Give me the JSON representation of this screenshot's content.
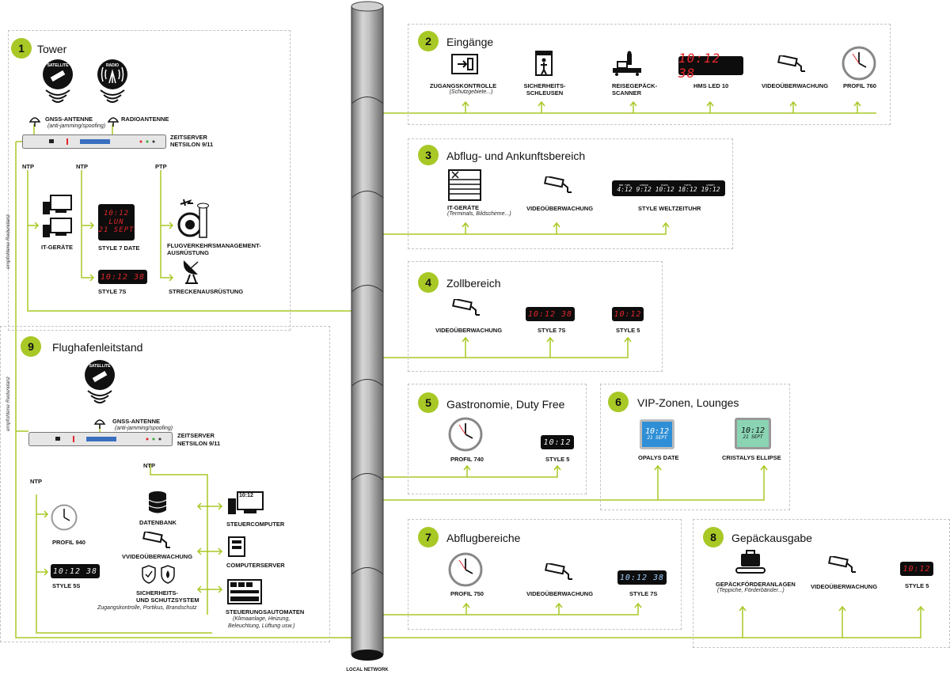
{
  "network_label": "LOCAL NETWORK",
  "zones": {
    "z1": {
      "num": "1",
      "title": "Tower"
    },
    "z2": {
      "num": "2",
      "title": "Eingänge"
    },
    "z3": {
      "num": "3",
      "title": "Abflug- und Ankunftsbereich"
    },
    "z4": {
      "num": "4",
      "title": "Zollbereich"
    },
    "z5": {
      "num": "5",
      "title": "Gastronomie, Duty Free"
    },
    "z6": {
      "num": "6",
      "title": "VIP-Zonen, Lounges"
    },
    "z7": {
      "num": "7",
      "title": "Abflugbereiche"
    },
    "z8": {
      "num": "8",
      "title": "Gepäckausgabe"
    },
    "z9": {
      "num": "9",
      "title": "Flughafenleitstand"
    }
  },
  "tower": {
    "satellite": "SATELLITE",
    "radio": "RADIO",
    "gnss": "GNSS-ANTENNE",
    "gnss_sub": "(anti-jamming/spoofing)",
    "radioantenne": "RADIOANTENNE",
    "server": "ZEITSERVER",
    "server2": "NETSILON 9/11",
    "ntp1": "NTP",
    "ntp2": "NTP",
    "ptp": "PTP",
    "it": "IT-GERÄTE",
    "style7date": "STYLE 7 DATE",
    "style7s": "STYLE 7S",
    "flug1": "FLUGVERKEHRSMANAGEMENT-",
    "flug2": "AUSRÜSTUNG",
    "strecke": "STRECKENAUSRÜSTUNG",
    "redundanz": "empfohlene Redundanz",
    "d7date_1": "10:12",
    "d7date_2": "LUN",
    "d7date_3": "21 SEPT",
    "d7s": "10:12 38"
  },
  "leitstand": {
    "satellite": "SATELLITE",
    "gnss": "GNSS-ANTENNE",
    "gnss_sub": "(anti-jamming/spoofing)",
    "server": "ZEITSERVER",
    "server2": "NETSILON 9/11",
    "ntp1": "NTP",
    "ntp2": "NTP",
    "profil940": "PROFIL 940",
    "style5s": "STYLE 5S",
    "d5s": "10:12 38",
    "datenbank": "DATENBANK",
    "video": "VVIDEOÜBERWACHUNG",
    "sicher1": "SICHERHEITS-",
    "sicher2": "UND SCHUTZSYSTEM",
    "sicher_sub": "Zugangskontrolle, Portikus, Brandschutz",
    "steuercomputer": "STEUERCOMPUTER",
    "steuer_time": "10:12",
    "computerserver": "COMPUTERSERVER",
    "automaten": "STEUERUNGSAUTOMATEN",
    "auto_sub1": "(Klimaanlage, Heizung,",
    "auto_sub2": "Beleuchtung, Lüftung usw.)",
    "redundanz": "empfohlene Redundanz"
  },
  "eingaenge": {
    "zugang": "ZUGANGSKONTROLLE",
    "zugang_sub": "(Schutzgebiete...)",
    "schleusen1": "SICHERHEITS-",
    "schleusen2": "SCHLEUSEN",
    "scanner1": "REISEGEPÄCK-",
    "scanner2": "SCANNER",
    "hms": "HMS LED 10",
    "hms_time": "10:12 38",
    "video": "VIDEOÜBERWACHUNG",
    "profil760": "PROFIL 760"
  },
  "abflug_ankunft": {
    "it": "IT-GERÄTE",
    "it_sub": "(Terminals, Bildschirme...)",
    "video": "VIDEOÜBERWACHUNG",
    "welt": "STYLE WELTZEITUHR",
    "cities": [
      "NEW YORK",
      "LONDON",
      "PARIS",
      "TOKYO",
      "SYDNEY"
    ],
    "times": [
      "4:12",
      "9:12",
      "10:12",
      "18:12",
      "19:12"
    ]
  },
  "zoll": {
    "video": "VIDEOÜBERWACHUNG",
    "style7s": "STYLE 7S",
    "style5": "STYLE 5",
    "d7s": "10:12 38",
    "d5": "10:12"
  },
  "gastro": {
    "profil740": "PROFIL 740",
    "style5": "STYLE 5",
    "d5": "10:12"
  },
  "vip": {
    "opalys": "OPALYS DATE",
    "cristalys": "CRISTALYS ELLIPSE",
    "op_time": "10:12",
    "op_date": "21 SEPT",
    "cr_time": "10:12",
    "cr_date": "21 SEPT"
  },
  "abflugbereiche": {
    "profil750": "PROFIL 750",
    "video": "VIDEOÜBERWACHUNG",
    "style7s": "STYLE 7S",
    "d7s": "10:12 38"
  },
  "gepaeck": {
    "anlagen": "GEPÄCKFÖRDERANLAGEN",
    "anlagen_sub": "(Teppiche, Förderbänder...)",
    "video": "VIDEOÜBERWACHUNG",
    "style5": "STYLE 5",
    "d5": "10:12"
  },
  "colors": {
    "accent": "#a8c826",
    "led": "#e2262a",
    "border": "#c4c4c4"
  }
}
